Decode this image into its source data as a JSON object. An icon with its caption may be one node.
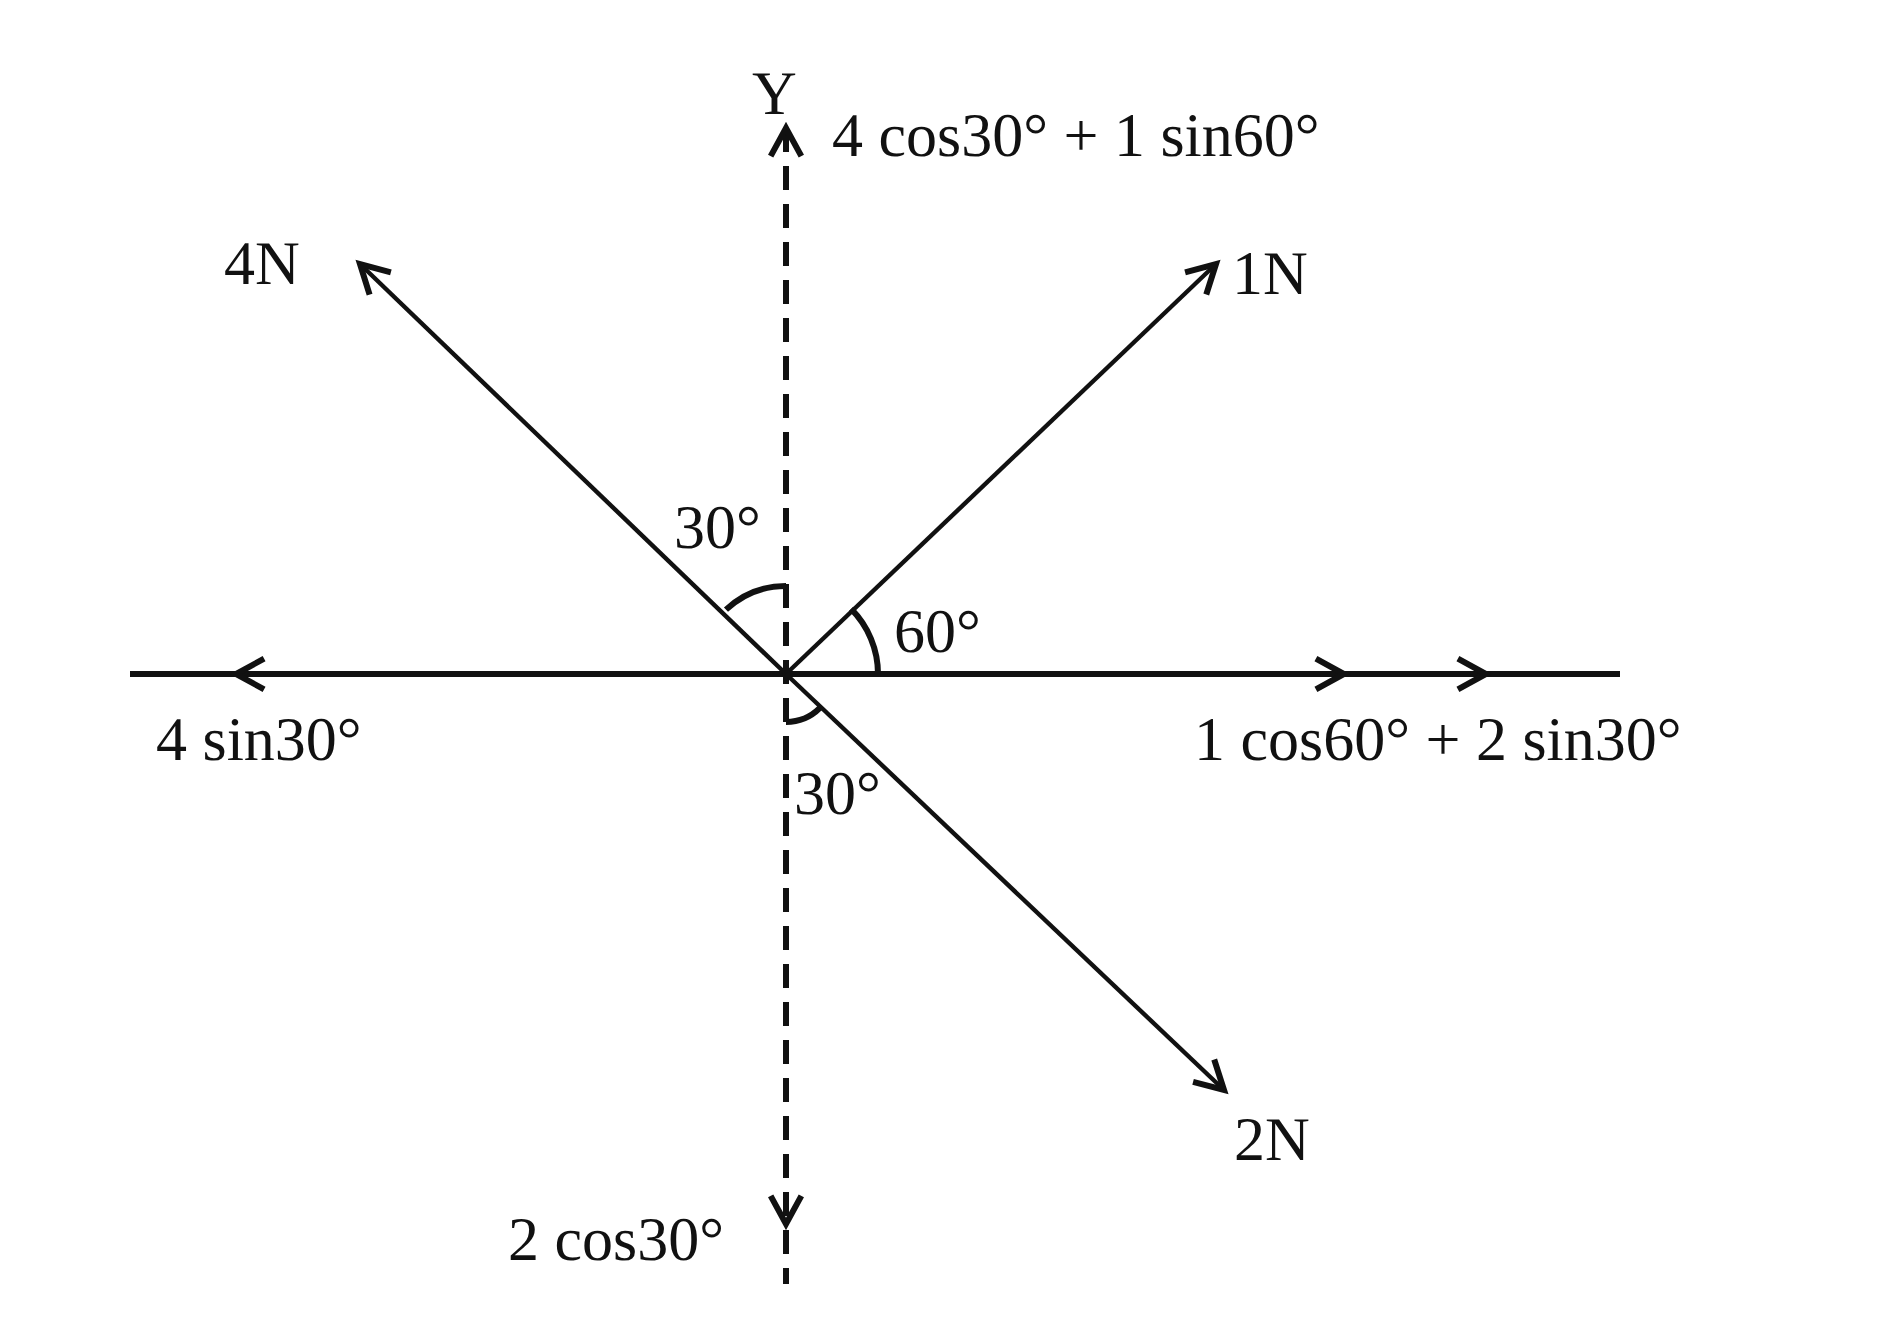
{
  "diagram": {
    "labels": [
      "Y",
      "4 cos30° + 1 sin60°",
      "4N",
      "1N",
      "30°",
      "60°",
      "4 sin30°",
      "1 cos60° + 2 sin30°",
      "30°",
      "2N",
      "2 cos30°"
    ]
  }
}
